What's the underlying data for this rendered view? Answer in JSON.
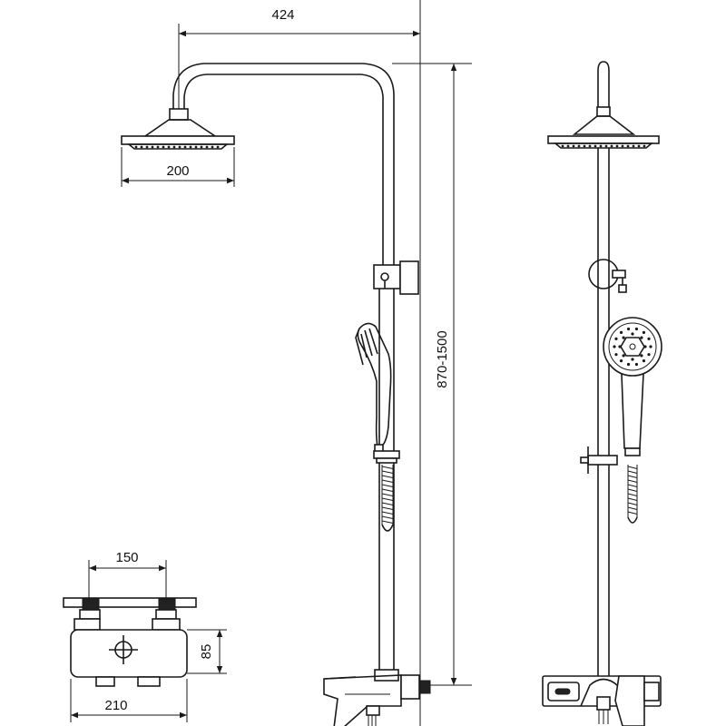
{
  "dimensions": {
    "arm_reach": "424",
    "head_diameter": "200",
    "height_range": "870-1500",
    "inlet_spacing": "150",
    "mixer_height": "85",
    "mixer_width": "210"
  },
  "colors": {
    "line": "#1a1a1a",
    "background": "#ffffff"
  }
}
